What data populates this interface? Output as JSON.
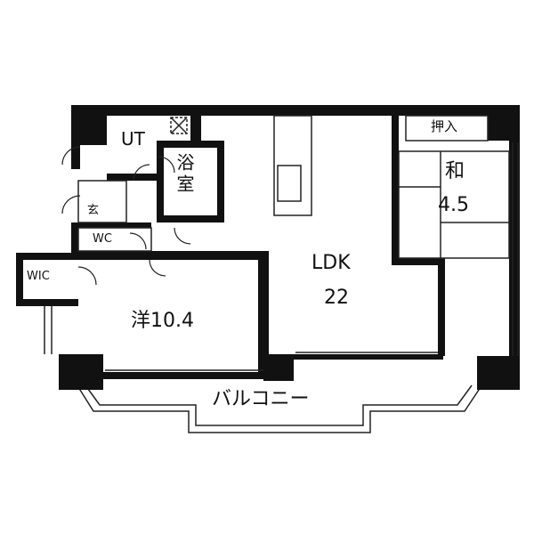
{
  "floor_plan": {
    "rooms": {
      "ut": "UT",
      "bath": "浴室",
      "entrance": "玄",
      "wc": "WC",
      "wic": "WIC",
      "western_room": "洋10.4",
      "ldk_name": "LDK",
      "ldk_size": "22",
      "closet": "押入",
      "japanese_name": "和",
      "japanese_size": "4.5",
      "balcony": "バルコニー"
    },
    "colors": {
      "wall": "#111111",
      "background": "#ffffff",
      "line": "#222222"
    }
  }
}
